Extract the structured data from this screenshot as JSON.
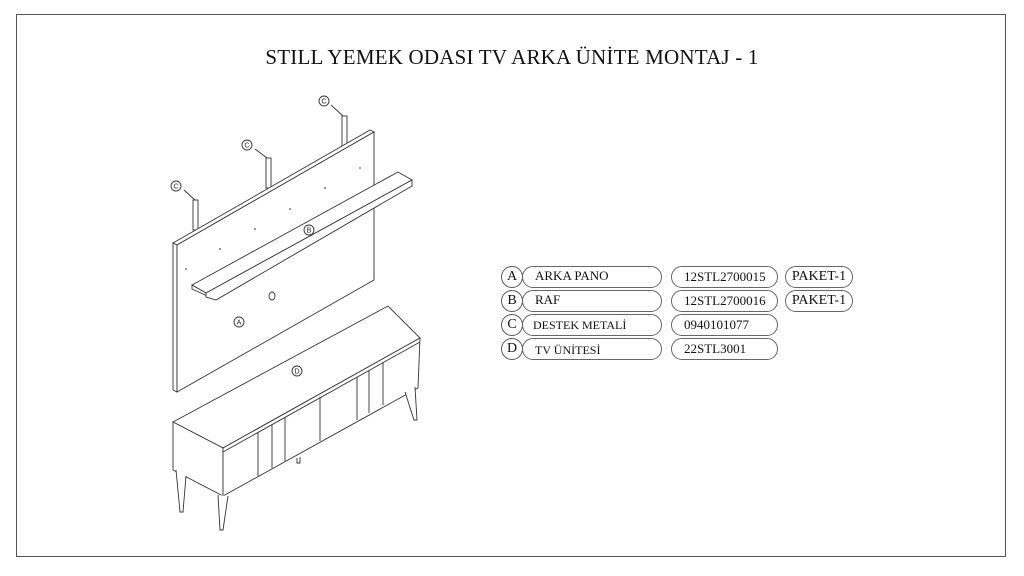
{
  "title": "STILL YEMEK ODASI TV ARKA ÜNİTE MONTAJ - 1",
  "drawing": {
    "labels": {
      "a": "A",
      "b": "B",
      "c": "C",
      "d": "D"
    }
  },
  "parts": [
    {
      "letter": "A",
      "name": "ARKA PANO",
      "code": "12STL2700015",
      "package": "PAKET-1"
    },
    {
      "letter": "B",
      "name": "RAF",
      "code": "12STL2700016",
      "package": "PAKET-1"
    },
    {
      "letter": "C",
      "name": "DESTEK METALİ",
      "code": "0940101077",
      "package": ""
    },
    {
      "letter": "D",
      "name": "TV ÜNİTESİ",
      "code": "22STL3001",
      "package": ""
    }
  ]
}
